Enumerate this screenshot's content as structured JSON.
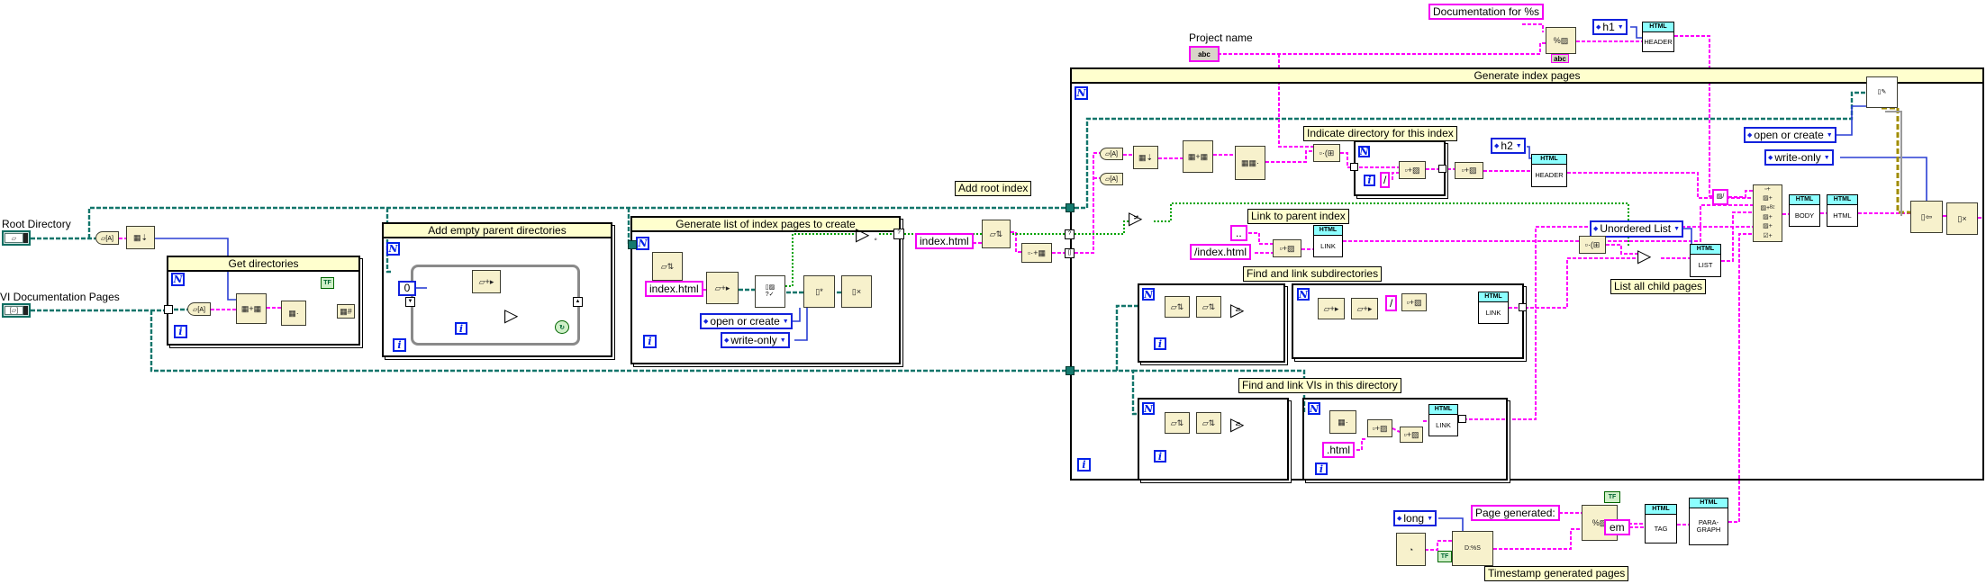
{
  "t": {
    "root_directory": "Root Directory",
    "vi_documentation_pages": "VI Documentation Pages",
    "project_name": "Project name",
    "project_name_glyph": "abc",
    "documentation_for": "Documentation for %s",
    "get_directories": "Get directories",
    "add_empty_parent_directories": "Add empty parent directories",
    "generate_list": "Generate list of index pages to create",
    "generate_index_pages": "Generate index pages",
    "index_html": "index.html",
    "slash_index_html": "/index.html",
    "dot_dot": "..",
    "slash": "/",
    "dot_html": ".html",
    "em": "em",
    "page_generated": "Page generated:",
    "h1": "h1",
    "h2": "h2",
    "open_or_create": "open or create",
    "write_only": "write-only",
    "unordered_list": "Unordered List",
    "long": "long",
    "add_root_index": "Add root index",
    "indicate_directory": "Indicate directory for this index",
    "link_to_parent": "Link to parent index",
    "find_subdirs": "Find and link subdirectories",
    "find_vis": "Find and link VIs in this directory",
    "list_all_child": "List all child pages",
    "timestamp_pages": "Timestamp generated pages",
    "html": "HTML",
    "header": "HEADER",
    "link": "LINK",
    "list": "LIST",
    "body": "BODY",
    "tag": "TAG",
    "paragraph": "PARA-GRAPH",
    "n": "N",
    "i": "i",
    "zero": "0",
    "tf": "TF"
  },
  "icons": {
    "path_control": "path-control-icon",
    "path_array_control": "path-array-control-icon",
    "path_to_array": "path-to-array-icon",
    "sort_array": "sort-array-icon",
    "build_array": "build-array-icon",
    "strip_path": "strip-path-icon",
    "check_file_exists": "check-file-or-folder-exists-icon",
    "create_file": "create-file-icon",
    "close_file": "close-file-icon",
    "open_create_file": "open-or-create-file-icon",
    "write_text_file": "write-text-file-icon",
    "format_into_string": "format-into-string-icon",
    "format_datetime": "format-date-time-string-icon",
    "get_datetime": "get-date-time-clock-icon",
    "concat_strings": "concatenate-strings-icon",
    "not_gate": "not-gate-icon",
    "not_equal": "not-equal-icon",
    "greater_equal": "greater-or-equal-icon"
  },
  "colors": {
    "wire_string": "#FF00FC",
    "wire_path": "#12756B",
    "wire_numeric": "#2A3FD4",
    "wire_boolean": "#00A300",
    "wire_error": "#A08C00",
    "label_bg": "#FFFFCE",
    "string_border": "#F400F4",
    "enum_border": "#1222DC",
    "node_bg": "#F7F1CC",
    "html_bar": "#8CFFFF",
    "terminal_blue": "#0021E8"
  }
}
